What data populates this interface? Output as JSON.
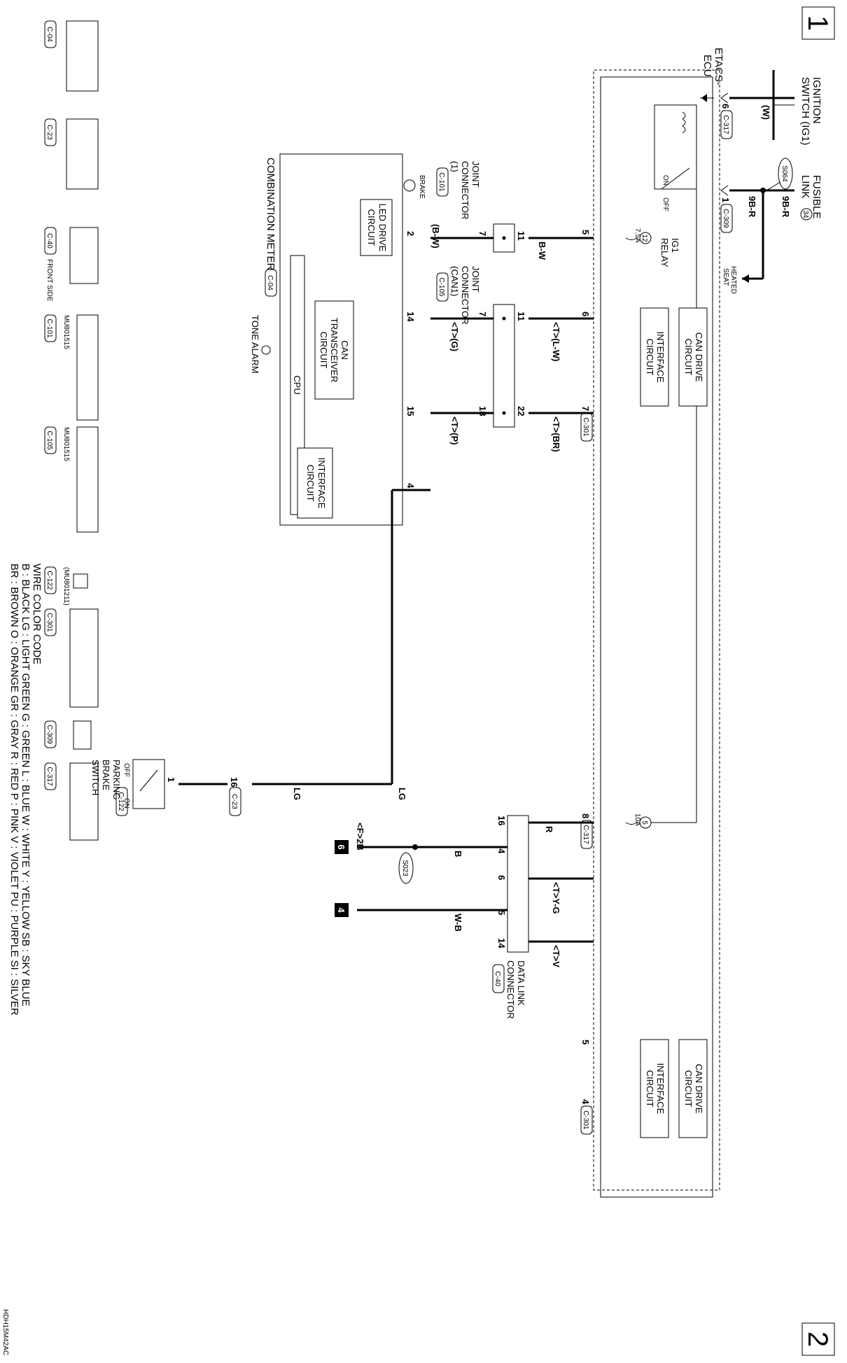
{
  "pages": {
    "first": "1",
    "second": "2"
  },
  "figure_id": "HDH15M42AC",
  "top_sources": {
    "ignition": {
      "line1": "IGNITION",
      "line2": "SWITCH (IG1)"
    },
    "fusible": {
      "line1": "FUSIBLE",
      "line2": "LINK",
      "number": "34"
    }
  },
  "etacs": {
    "label_line1": "ETACS-",
    "label_line2": "ECU",
    "relay": {
      "name_line1": "IG1",
      "name_line2": "RELAY",
      "on": "ON",
      "off": "OFF"
    },
    "fuse12": {
      "number": "12",
      "rating": "7.5A"
    },
    "fuse5": {
      "number": "5",
      "rating": "10A"
    },
    "can_drive": {
      "line1": "CAN DRIVE",
      "line2": "CIRCUIT"
    },
    "interface": {
      "line1": "INTERFACE",
      "line2": "CIRCUIT"
    }
  },
  "wires": {
    "ign_color": "(W)",
    "fuse_9br_top": "9B-R",
    "fuse_9br": "9B-R",
    "splice_s064": "S064",
    "heated_seat": {
      "line1": "HEATED",
      "line2": "SEAT"
    },
    "bw": "B-W",
    "bw_paren": "(B-W)",
    "can_lw": "<T>(L-W)",
    "can_br": "<T>(BR)",
    "can_g": "<T>(G)",
    "can_p": "<T>(P)",
    "lg": "LG",
    "lg2": "LG",
    "r": "R",
    "b": "B",
    "wb": "W-B",
    "tyg": "<T>Y-G",
    "tv": "<T>V",
    "f2b": "<F>2B",
    "splice_s023": "S023",
    "ground6": "6",
    "ground4": "4"
  },
  "connectors": {
    "c317": "C-317",
    "c309": "C-309",
    "c301": "C-301",
    "c301b": "C-301",
    "c317b": "C-317",
    "c101": "C-101",
    "c105": "C-105",
    "c04": "C-04",
    "c23": "C-23",
    "c122": "C-122",
    "c40": "C-40"
  },
  "pins": {
    "p6": "6",
    "p1": "1",
    "p5": "5",
    "p11": "11",
    "p7": "7",
    "p2": "2",
    "p6b": "6",
    "p11b": "11",
    "p7b": "7",
    "p14": "14",
    "p7c": "7",
    "p22": "22",
    "p18": "18",
    "p15": "15",
    "p4": "4",
    "p16": "16",
    "p1b": "1",
    "p8": "8",
    "p16b": "16",
    "p4b": "4",
    "p5b": "5",
    "p6c": "6",
    "p4c": "4",
    "p5c": "5",
    "p14b": "14"
  },
  "joint1": {
    "line1": "JOINT",
    "line2": "CONNECTOR",
    "line3": "(1)"
  },
  "joint2": {
    "line1": "JOINT",
    "line2": "CONNECTOR",
    "line3": "(CAN1)"
  },
  "meter": {
    "title": "COMBINATION METER",
    "led_drive": {
      "line1": "LED DRIVE",
      "line2": "CIRCUIT"
    },
    "brake": "BRAKE",
    "can_trans": {
      "line1": "CAN",
      "line2": "TRANSCEIVER",
      "line3": "CIRCUIT"
    },
    "cpu": "CPU",
    "tone_alarm": "TONE ALARM",
    "interface": {
      "line1": "INTERFACE",
      "line2": "CIRCUIT"
    }
  },
  "parking": {
    "line1": "PARKING",
    "line2": "BRAKE",
    "line3": "SWITCH",
    "off": "OFF",
    "on": "ON"
  },
  "dlc": {
    "line1": "DATA LINK",
    "line2": "CONNECTOR"
  },
  "connector_views": {
    "c04": {
      "id": "C-04"
    },
    "c23": {
      "id": "C-23"
    },
    "c40": {
      "id": "C-40",
      "note": "FRONT SIDE"
    },
    "c101": {
      "id": "C-101",
      "part": "MU801515"
    },
    "c105": {
      "id": "C-105",
      "part": "MU801515"
    },
    "c122": {
      "id": "C-122",
      "part": "(MU801211)"
    },
    "c301": {
      "id": "C-301"
    },
    "c309": {
      "id": "C-309"
    },
    "c317": {
      "id": "C-317"
    }
  },
  "color_code": {
    "title": "WIRE COLOR CODE",
    "row1": "B : BLACK   LG : LIGHT GREEN   G : GREEN   L : BLUE   W : WHITE   Y : YELLOW   SB : SKY BLUE",
    "row2": "BR : BROWN   O : ORANGE   GR : GRAY   R : RED   P : PINK   V : VIOLET   PU : PURPLE   SI : SILVER"
  }
}
